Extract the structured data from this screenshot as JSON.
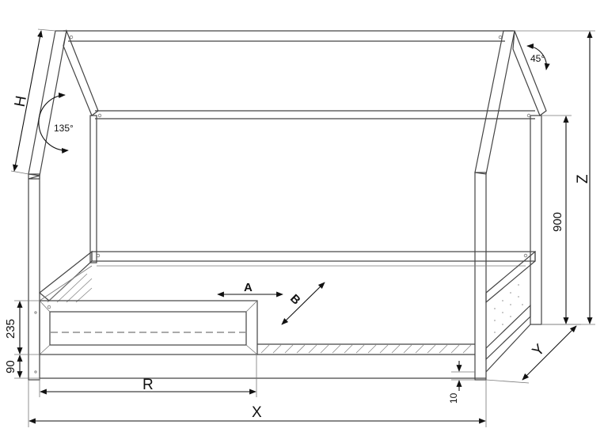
{
  "labels": {
    "H": "H",
    "Z": "Z",
    "height_900": "900",
    "angle_135": "135°",
    "angle_45": "45°",
    "A": "A",
    "B": "B",
    "h_235": "235",
    "h_90": "90",
    "R": "R",
    "X": "X",
    "Y": "Y",
    "h_10": "10"
  }
}
